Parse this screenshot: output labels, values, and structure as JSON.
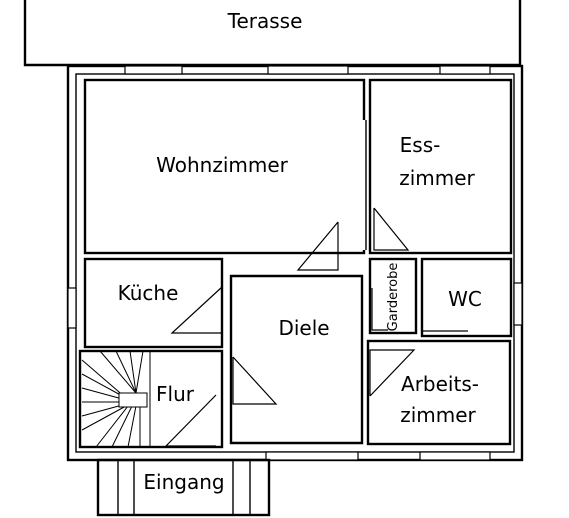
{
  "plan": {
    "terrace": "Terasse",
    "rooms": {
      "wohnzimmer": "Wohnzimmer",
      "esszimmer_1": "Ess-",
      "esszimmer_2": "zimmer",
      "kueche": "Küche",
      "diele": "Diele",
      "garderobe": "Garderobe",
      "wc": "WC",
      "flur": "Flur",
      "arbeitszimmer_1": "Arbeits-",
      "arbeitszimmer_2": "zimmer",
      "eingang": "Eingang"
    }
  }
}
